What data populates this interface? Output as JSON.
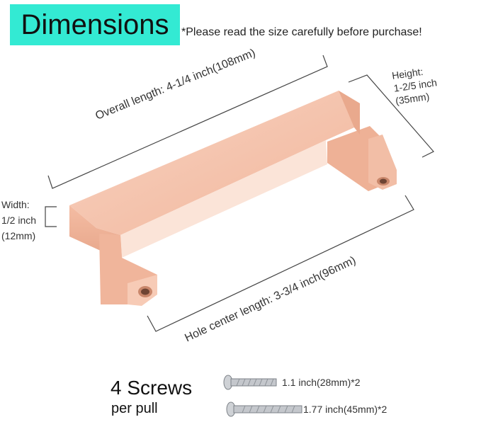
{
  "header": {
    "title": "Dimensions",
    "notice": "*Please read the size carefully before purchase!",
    "banner_color": "#33ead3"
  },
  "product": {
    "color": "#f3bca4",
    "shade_color": "#d9987c"
  },
  "dimensions": {
    "overall_length": "Overall length: 4-1/4 inch(108mm)",
    "height": {
      "label": "Height:",
      "imperial": "1-2/5 inch",
      "metric": "(35mm)"
    },
    "width": {
      "label": "Width:",
      "imperial": "1/2 inch",
      "metric": "(12mm)"
    },
    "hole_center": "Hole center length: 3-3/4 inch(96mm)"
  },
  "screws": {
    "title": "4 Screws",
    "subtitle": "per pull",
    "items": [
      {
        "size": "1.1 inch(28mm)*2"
      },
      {
        "size": "1.77 inch(45mm)*2"
      }
    ]
  }
}
